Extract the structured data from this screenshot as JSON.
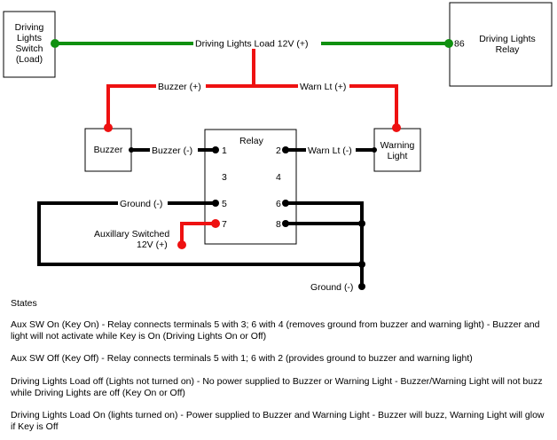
{
  "components": {
    "switch": {
      "label": [
        "Driving",
        "Lights",
        "Switch",
        "(Load)"
      ]
    },
    "relay_dl": {
      "label": [
        "Driving Lights",
        "Relay"
      ],
      "terminal": "86"
    },
    "buzzer": {
      "label": "Buzzer"
    },
    "warning_light": {
      "label": [
        "Warning",
        "Light"
      ]
    },
    "relay": {
      "title": "Relay",
      "terminals": {
        "t1": "1",
        "t2": "2",
        "t3": "3",
        "t4": "4",
        "t5": "5",
        "t6": "6",
        "t7": "7",
        "t8": "8"
      }
    }
  },
  "wires": {
    "load": "Driving Lights Load 12V (+)",
    "buzzer_pos": "Buzzer (+)",
    "warn_pos": "Warn Lt (+)",
    "buzzer_neg": "Buzzer (-)",
    "warn_neg": "Warn Lt (-)",
    "ground_left": "Ground (-)",
    "aux_switched": [
      "Auxillary Switched",
      "12V (+)"
    ],
    "ground_bottom": "Ground (-)"
  },
  "colors": {
    "load_wire": "#109010",
    "positive_wire": "#ee1111",
    "ground_wire": "#000000"
  },
  "states": {
    "heading": "States",
    "items": [
      "Aux SW On (Key On) - Relay connects terminals 5 with 3; 6 with 4 (removes ground from buzzer and warning light) - Buzzer and light will not activate while Key is On (Driving Lights On or Off)",
      "Aux SW Off (Key Off) - Relay connects terminals 5 with 1; 6 with 2 (provides ground to buzzer and warning light)",
      "Driving Lights Load off (Lights not turned on) - No power supplied to Buzzer or Warning Light - Buzzer/Warning Light will not buzz while Driving Lights are off (Key On or Off)",
      "Driving Lights Load On (lights turned on) - Power supplied to Buzzer and Warning Light - Buzzer will buzz, Warning Light will glow if Key is Off"
    ]
  }
}
